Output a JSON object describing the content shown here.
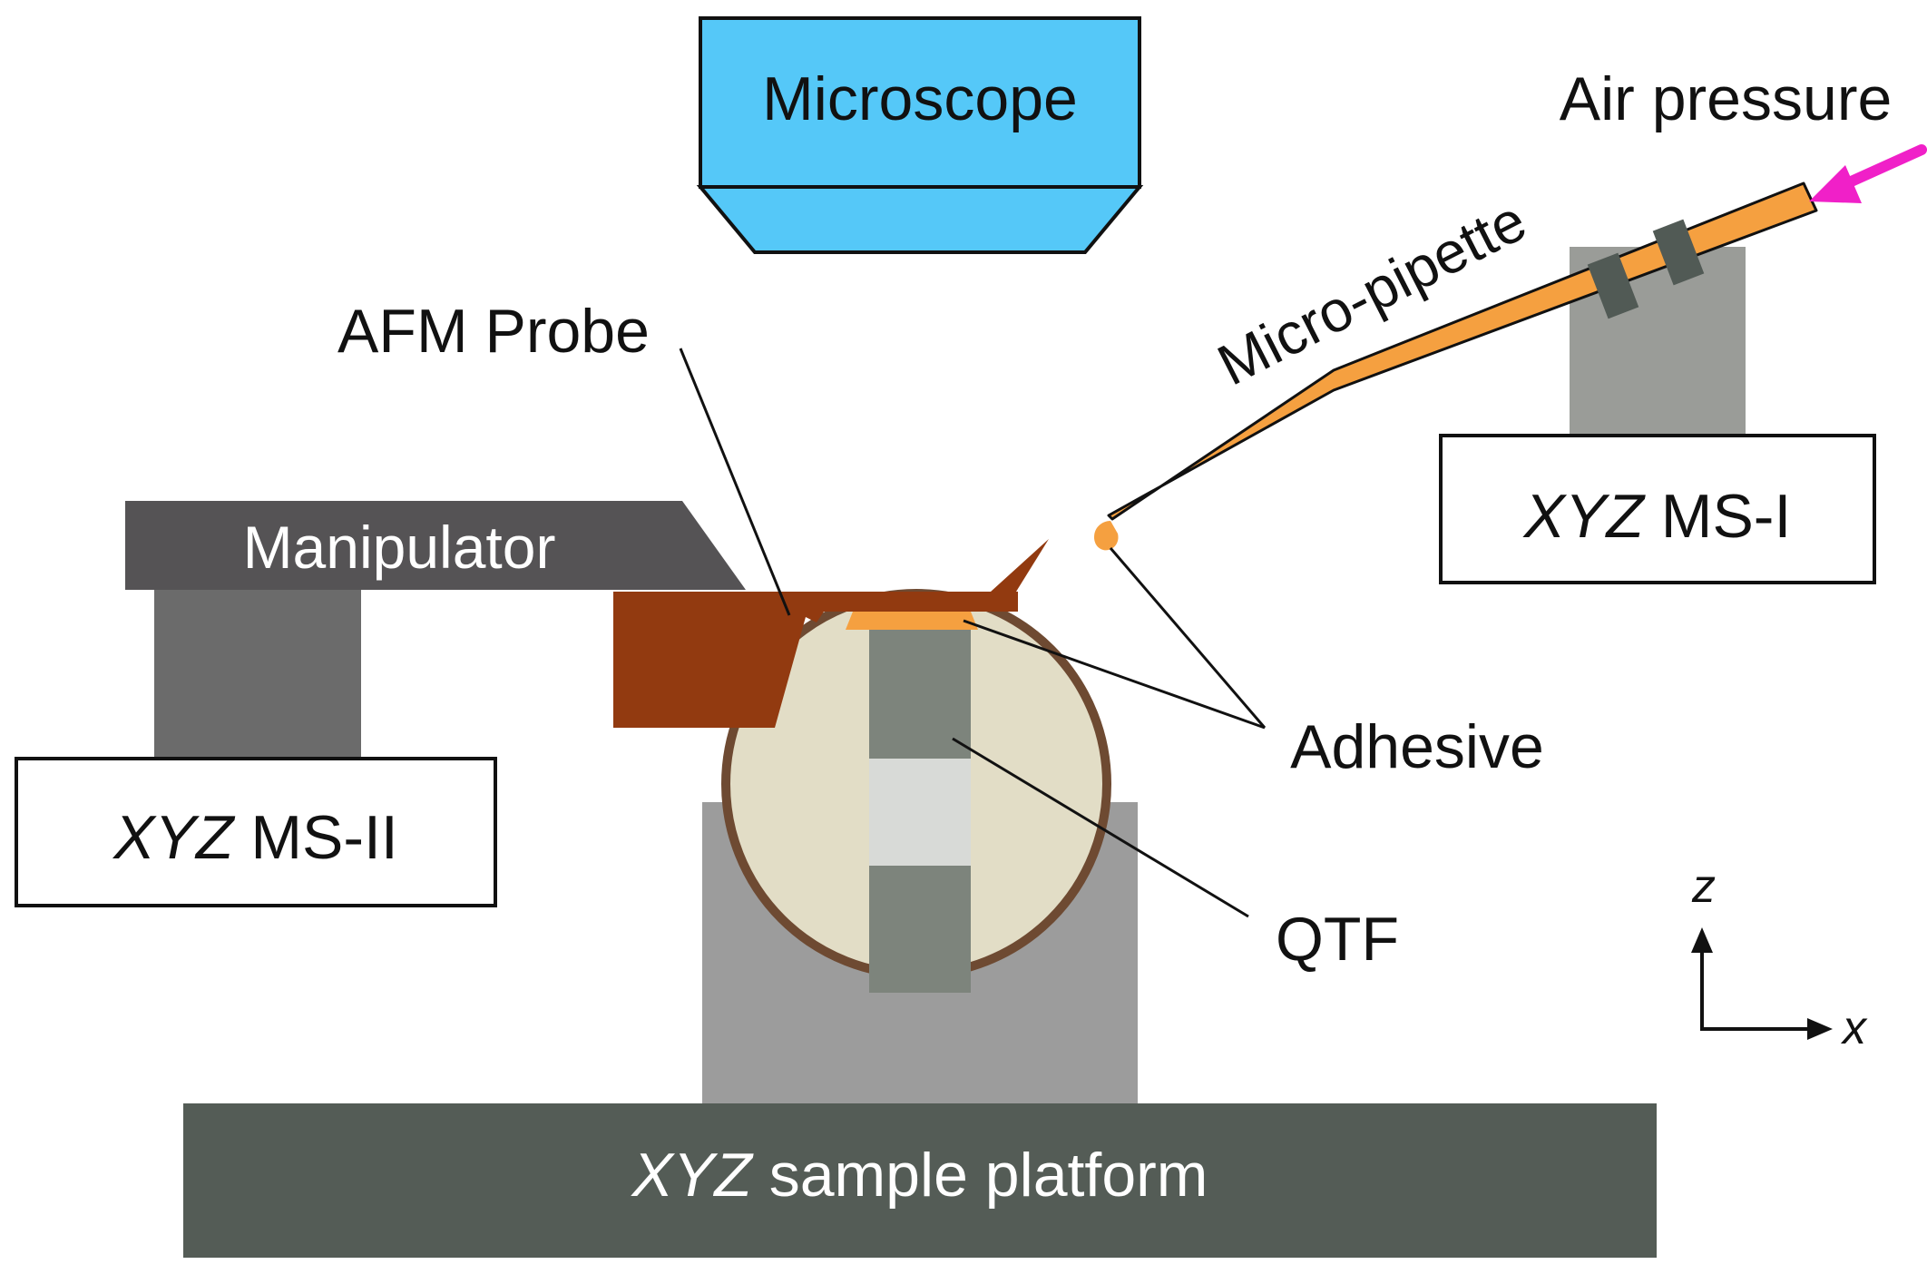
{
  "labels": {
    "microscope": "Microscope",
    "air_pressure": "Air pressure",
    "micro_pipette": "Micro-pipette",
    "afm_probe": "AFM Probe",
    "manipulator": "Manipulator",
    "adhesive": "Adhesive",
    "qtf": "QTF",
    "ms1_italic": "XYZ",
    "ms1_rest": " MS-I",
    "ms2_italic": "XYZ",
    "ms2_rest": " MS-II",
    "platform_italic": "XYZ",
    "platform_rest": " sample platform",
    "axis_z": "z",
    "axis_x": "x"
  },
  "colors": {
    "microscope": "#55C8F8",
    "pipette": "#F5A040",
    "air_arrow": "#F020C8",
    "clamp": "#515a55",
    "ms1_post": "#9a9c98",
    "manipulator": "#555355",
    "ms2_post": "#6b6b6b",
    "probe": "#923A10",
    "adhesive": "#F5A040",
    "qtf_disc": "#E2DDC6",
    "qtf_rim": "#6e4a32",
    "qtf_bar": "#7d847c",
    "qtf_window": "#d8dad7",
    "holder": "#9c9c9c",
    "platform": "#545c56"
  }
}
